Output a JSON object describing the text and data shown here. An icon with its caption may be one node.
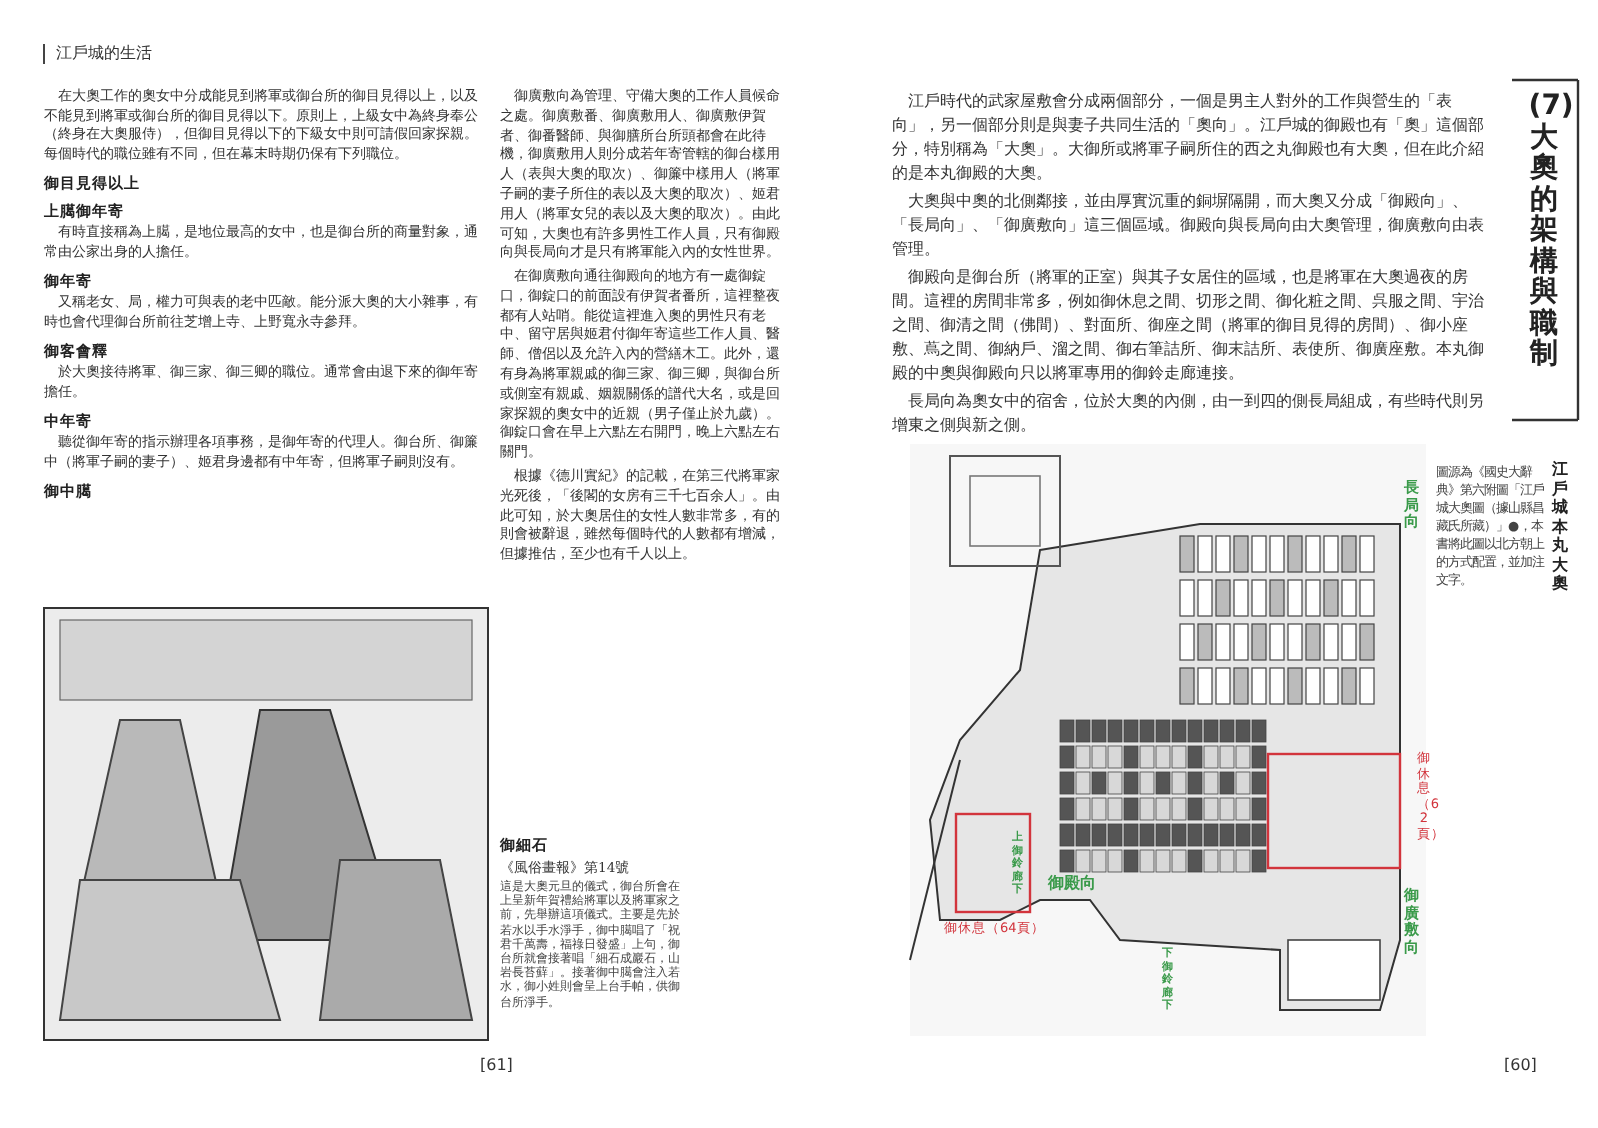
{
  "diagram": {
    "title": "(7) 大奧的架構與職制",
    "labels": [
      "江戶時代的武家屋敷會分成兩個部分，一個是男主人對外的工作與營生的「表向」，另一個部分則是與妻子共同生活的「奧向」。江戶城的御殿也有「奧」這個部分，特別稱為「大奧」。大御所或將軍子嗣所住的西之丸御殿也有大奧，但在此介紹的是本丸御殿的大奧。",
      "大奧與中奧的北側鄰接，並由厚實沉重的銅塀隔開，而大奧又分成「御殿向」、「長局向」、「御廣敷向」這三個區域。御殿向與長局向由大奧管理，御廣敷向由表管理。",
      "御殿向是御台所（將軍的正室）與其子女居住的區域，也是將軍在大奧過夜的房間。這裡的房間非常多，例如御休息之間、切形之間、御化粧之間、呉服之間、宇治之間、御清之間（佛間）、對面所、御座之間（將軍的御目見得的房間）、御小座敷、蔦之間、御納戶、溜之間、御右筆詰所、御末詰所、表使所、御廣座敷。本丸御殿的中奧與御殿向只以將軍專用的御鈴走廊連接。",
      "長局向為奧女中的宿舍，位於大奧的內側，由一到四的側長局組成，有些時代則另增東之側與新之側。",
      "江戶城本丸大奧",
      "圖源為《國史大辭典》第六附圖「江戶城大奧圖（據山縣昌藏氏所藏）」●，本書將此圖以北方朝上的方式配置，並加注文字。",
      "長局向",
      "御休息（62頁）",
      "御廣敷向",
      "上御鈴廊下",
      "御殿向",
      "下御鈴廊下",
      "御休息（64頁）",
      "[60]",
      "江戶城的生活",
      "御廣敷向為管理、守備大奧的工作人員候命之處。御廣敷番、御廣敷用人、御廣敷伊賀者、御番醫師、與御膳所台所頭都會在此待機，御廣敷用人則分成若年寄管轄的御台樣用人（表與大奧的取次）、御簾中樣用人（將軍子嗣的妻子所住的表以及大奧的取次）、姬君用人（將軍女兒的表以及大奧的取次）。由此可知，大奧也有許多男性工作人員，只有御殿向與長局向才是只有將軍能入內的女性世界。",
      "在御廣敷向通往御殿向的地方有一處御錠口，御錠口的前面設有伊賀者番所，這裡整夜都有人站哨。能從這裡進入奧的男性只有老中、留守居與姬君付御年寄這些工作人員、醫師、僧侶以及允許入內的營繕木工。此外，還有身為將軍親戚的御三家、御三卿，與御台所或側室有親戚、姻親關係的譜代大名，或是回家探親的奧女中的近親（男子僅止於九歲）。御錠口會在早上六點左右開門，晚上六點左右關門。",
      "根據《德川實紀》的記載，在第三代將軍家光死後，「後閣的女房有三千七百余人」。由此可知，於大奧居住的女性人數非常多，有的則會被辭退，雖然每個時代的人數都有增減，但據推估，至少也有千人以上。",
      "在大奧工作的奧女中分成能見到將軍或御台所的御目見得以上，以及不能見到將軍或御台所的御目見得以下。原則上，上級女中為終身奉公（終身在大奧服侍），但御目見得以下的下級女中則可請假回家探親。每個時代的職位雖有不同，但在幕末時期仍保有下列職位。",
      "御目見得以上",
      "上臈御年寄",
      "有時直接稱為上臈，是地位最高的女中，也是御台所的商量對象，通常由公家出身的人擔任。",
      "御年寄",
      "又稱老女、局，權力可與表的老中匹敵。能分派大奧的大小雜事，有時也會代理御台所前往芝增上寺、上野寬永寺參拜。",
      "御客會釋",
      "於大奧接待將軍、御三家、御三卿的職位。通常會由退下來的御年寄擔任。",
      "中年寄",
      "聽從御年寄的指示辦理各項事務，是御年寄的代理人。御台所、御簾中（將軍子嗣的妻子）、姬君身邊都有中年寄，但將軍子嗣則沒有。",
      "御中臈",
      "御細石",
      "《風俗畫報》第14號",
      "這是大奧元旦的儀式，御台所會在上呈新年賀禮給將軍以及將軍家之前，先舉辦這項儀式。主要是先於若水以手水淨手，御中臈唱了「祝君千萬壽，福祿日發盛」上句，御台所就會接著唱「細石成巖石，山岩長苔蘚」。接著御中臈會注入若水，御小姓則會呈上台手帕，供御台所淨手。",
      "[61]"
    ]
  }
}
